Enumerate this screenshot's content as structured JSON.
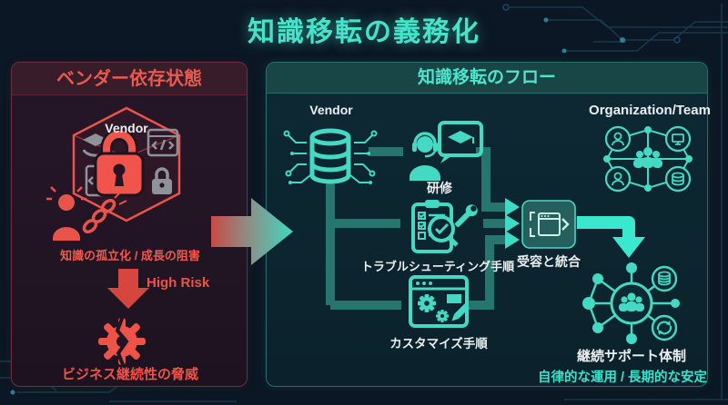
{
  "title": "知識移転の義務化",
  "left_panel": {
    "header": "ベンダー依存状態",
    "hexagon_label": "Vendor",
    "isolation_label": "知識の孤立化 / 成長の阻害",
    "risk_label": "High Risk",
    "threat_label": "ビジネス継続性の脅威"
  },
  "right_panel": {
    "header": "知識移転のフロー",
    "vendor_label": "Vendor",
    "org_label": "Organization/Team",
    "training_label": "研修",
    "troubleshooting_label": "トラブルシューティング手順",
    "customization_label": "カスタマイズ手順",
    "integration_label": "受容と統合",
    "support_label": "継続サポート体制",
    "stability_label": "自律的な運用 / 長期的な安定"
  },
  "icons": {
    "left": [
      "graduation-hand-icon",
      "code-window-icon",
      "red-lock-icon",
      "code-doc-icon",
      "padlock-icon",
      "chain-icon",
      "distressed-person-icon",
      "high-risk-arrow-icon",
      "broken-gear-icon"
    ],
    "right": [
      "database-circuit-icon",
      "trainer-headset-icon",
      "troubleshooting-clipboard-icon",
      "customize-window-icon",
      "integration-window-icon",
      "organization-network-icon",
      "support-network-icon",
      "flow-elbow-arrow-icon"
    ],
    "between_panels": [
      "dependency-to-flow-arrow-icon"
    ]
  },
  "colors": {
    "background": "#0b1724",
    "teal_accent": "#45d8c2",
    "teal_bright": "#3ae8d0",
    "teal_text": "#4fe5cd",
    "red_accent": "#ef5348",
    "red_deep": "#d6453e",
    "panel_left_bg": "#241726",
    "panel_left_border": "#6e2f3f",
    "panel_left_header_bg": "#381c29",
    "panel_right_bg": "#0d2933",
    "panel_right_border": "#2a6b70",
    "panel_right_header_bg": "#184646",
    "connector": "#27756f",
    "white_text": "#e8edef"
  }
}
